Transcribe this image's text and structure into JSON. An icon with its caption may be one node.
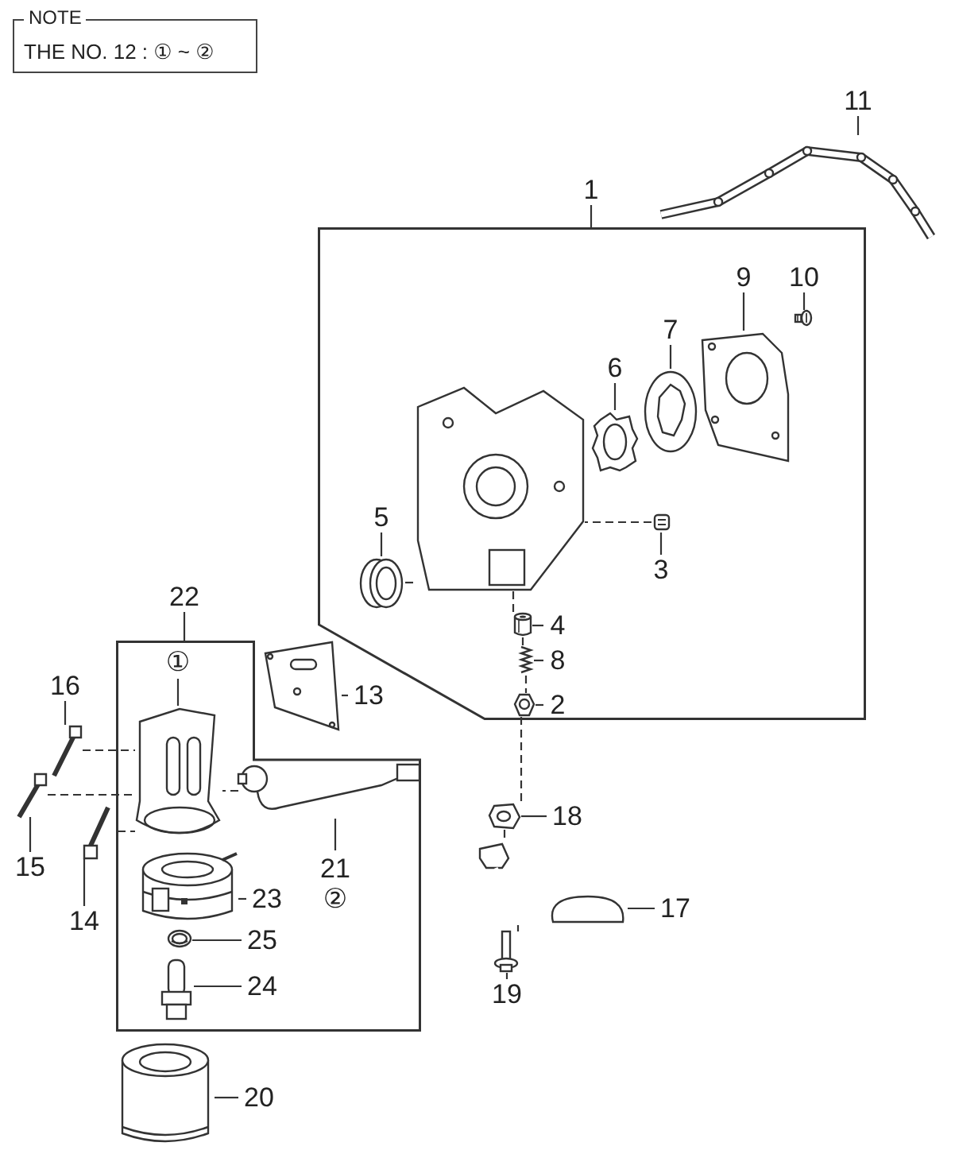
{
  "diagram": {
    "nodes": [
      {
        "text": [
          "NOTE",
          "THE NO. 12 : ① ~ ②"
        ]
      },
      {
        "text": [
          "11"
        ]
      },
      {
        "text": [],
        "shape": "picture"
      },
      {
        "text": [
          "1"
        ]
      },
      {
        "text": [],
        "shape": "box"
      },
      {
        "text": [
          "9"
        ],
        "in": 4
      },
      {
        "text": [
          "10"
        ],
        "in": 4
      },
      {
        "text": [],
        "shape": "picture",
        "in": 4
      },
      {
        "text": [],
        "shape": "picture",
        "in": 4
      },
      {
        "text": [
          "7"
        ],
        "in": 4
      },
      {
        "text": [],
        "shape": "picture",
        "in": 4
      },
      {
        "text": [
          "6"
        ],
        "in": 4
      },
      {
        "text": [],
        "shape": "picture",
        "in": 4
      },
      {
        "text": [],
        "shape": "picture",
        "in": 4
      },
      {
        "text": [
          "5"
        ],
        "in": 4
      },
      {
        "text": [],
        "shape": "picture",
        "in": 4
      },
      {
        "text": [],
        "shape": "picture",
        "in": 4
      },
      {
        "text": [
          "3"
        ],
        "in": 4
      },
      {
        "text": [],
        "shape": "picture",
        "in": 4
      },
      {
        "text": [
          "4"
        ],
        "in": 4
      },
      {
        "text": [],
        "shape": "picture",
        "in": 4
      },
      {
        "text": [
          "8"
        ],
        "in": 4
      },
      {
        "text": [],
        "shape": "picture",
        "in": 4
      },
      {
        "text": [
          "2"
        ],
        "in": 4
      },
      {
        "text": [
          "22"
        ]
      },
      {
        "text": [],
        "shape": "box"
      },
      {
        "text": [
          "①"
        ],
        "in": 25
      },
      {
        "text": [],
        "shape": "picture",
        "in": 25
      },
      {
        "text": [],
        "shape": "picture"
      },
      {
        "text": [
          "13"
        ]
      },
      {
        "text": [
          "16"
        ]
      },
      {
        "text": [],
        "shape": "picture"
      },
      {
        "text": [],
        "shape": "picture",
        "in": 25
      },
      {
        "text": [
          "15"
        ]
      },
      {
        "text": [],
        "shape": "picture"
      },
      {
        "text": [
          "14"
        ]
      },
      {
        "text": [],
        "shape": "picture"
      },
      {
        "text": [
          "21",
          "②"
        ],
        "in": 25
      },
      {
        "text": [],
        "shape": "picture",
        "in": 25
      },
      {
        "text": [
          "23"
        ],
        "in": 25
      },
      {
        "text": [],
        "shape": "picture",
        "in": 25
      },
      {
        "text": [
          "25"
        ],
        "in": 25
      },
      {
        "text": [],
        "shape": "picture",
        "in": 25
      },
      {
        "text": [
          "24"
        ],
        "in": 25
      },
      {
        "text": [],
        "shape": "picture"
      },
      {
        "text": [
          "18"
        ]
      },
      {
        "text": [],
        "shape": "picture"
      },
      {
        "text": [
          "17"
        ]
      },
      {
        "text": [],
        "shape": "picture"
      },
      {
        "text": [
          "19"
        ]
      },
      {
        "text": [],
        "shape": "picture"
      },
      {
        "text": [
          "20"
        ]
      }
    ],
    "edges": [
      {
        "from": 1,
        "to": 2,
        "arrow": "none"
      },
      {
        "from": 3,
        "to": 4,
        "arrow": "none"
      },
      {
        "from": 5,
        "to": 7,
        "arrow": "none"
      },
      {
        "from": 6,
        "to": 8,
        "arrow": "none"
      },
      {
        "from": 9,
        "to": 10,
        "arrow": "none"
      },
      {
        "from": 11,
        "to": 12,
        "arrow": "none"
      },
      {
        "from": 14,
        "to": 15,
        "arrow": "none"
      },
      {
        "from": 17,
        "to": 16,
        "arrow": "none"
      },
      {
        "from": 19,
        "to": 18,
        "arrow": "none"
      },
      {
        "from": 21,
        "to": 20,
        "arrow": "none"
      },
      {
        "from": 23,
        "to": 22,
        "arrow": "none"
      },
      {
        "from": 24,
        "to": 25,
        "arrow": "none"
      },
      {
        "from": 26,
        "to": 27,
        "arrow": "none"
      },
      {
        "from": 29,
        "to": 28,
        "arrow": "none"
      },
      {
        "from": 30,
        "to": 31,
        "arrow": "none"
      },
      {
        "from": 33,
        "to": 34,
        "arrow": "none"
      },
      {
        "from": 35,
        "to": 36,
        "arrow": "none"
      },
      {
        "from": 37,
        "to": 32,
        "arrow": "none"
      },
      {
        "from": 39,
        "to": 38,
        "arrow": "none"
      },
      {
        "from": 41,
        "to": 40,
        "arrow": "none"
      },
      {
        "from": 43,
        "to": 42,
        "arrow": "none"
      },
      {
        "from": 45,
        "to": 44,
        "arrow": "none"
      },
      {
        "from": 47,
        "to": 46,
        "arrow": "none"
      },
      {
        "from": 49,
        "to": 48,
        "arrow": "none"
      },
      {
        "from": 51,
        "to": 50,
        "arrow": "none"
      },
      {
        "from": 15,
        "to": 13,
        "arrow": "none",
        "style": "dashed"
      },
      {
        "from": 16,
        "to": 13,
        "arrow": "none",
        "style": "dashed"
      },
      {
        "from": 13,
        "to": 18,
        "arrow": "none",
        "style": "dashed"
      },
      {
        "from": 18,
        "to": 20,
        "arrow": "none",
        "style": "dashed"
      },
      {
        "from": 20,
        "to": 22,
        "arrow": "none",
        "style": "dashed"
      },
      {
        "from": 22,
        "to": 44,
        "arrow": "none",
        "style": "dashed"
      },
      {
        "from": 44,
        "to": 46,
        "arrow": "none",
        "style": "dashed"
      },
      {
        "from": 46,
        "to": 48,
        "arrow": "none",
        "style": "dashed"
      },
      {
        "from": 31,
        "to": 27,
        "arrow": "none",
        "style": "dashed"
      },
      {
        "from": 34,
        "to": 27,
        "arrow": "none",
        "style": "dashed"
      },
      {
        "from": 36,
        "to": 27,
        "arrow": "none",
        "style": "dashed"
      },
      {
        "from": 32,
        "to": 27,
        "arrow": "none",
        "style": "dashed"
      }
    ]
  }
}
